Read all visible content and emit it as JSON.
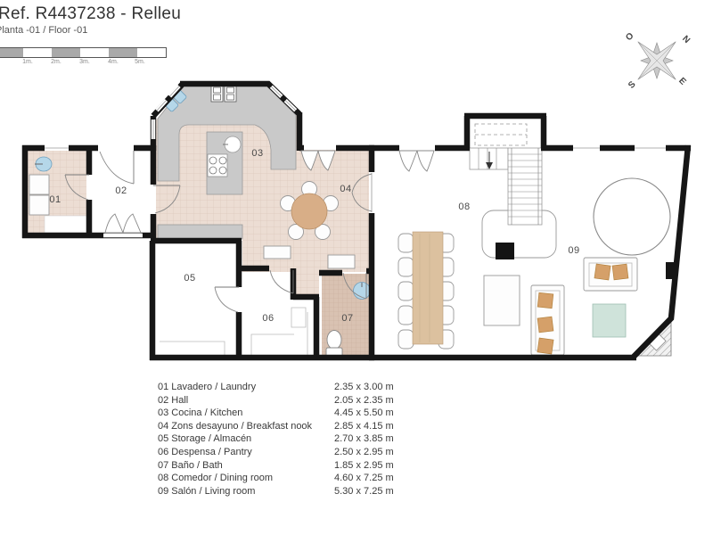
{
  "header": {
    "reference": "Ref. R4437238 - Relleu",
    "floor_label": "Planta -01 / Floor -01"
  },
  "scale_bar": {
    "unit_labels": [
      "1m.",
      "2m.",
      "3m.",
      "4m.",
      "5m."
    ]
  },
  "compass": {
    "west": "O",
    "north": "N",
    "south": "S",
    "east": "E"
  },
  "plan": {
    "room_numbers": [
      "01",
      "02",
      "03",
      "04",
      "05",
      "06",
      "07",
      "08",
      "09"
    ]
  },
  "legend": {
    "rows": [
      {
        "name": "01 Lavadero / Laundry",
        "size": "2.35 x 3.00 m"
      },
      {
        "name": "02 Hall",
        "size": "2.05 x 2.35 m"
      },
      {
        "name": "03 Cocina / Kitchen",
        "size": "4.45 x 5.50 m"
      },
      {
        "name": "04 Zons desayuno / Breakfast nook",
        "size": "2.85 x 4.15 m"
      },
      {
        "name": "05 Storage / Almacén",
        "size": "2.70 x 3.85 m"
      },
      {
        "name": "06 Despensa / Pantry",
        "size": "2.50 x 2.95 m"
      },
      {
        "name": "07 Baño / Bath",
        "size": "1.85 x 2.95 m"
      },
      {
        "name": "08 Comedor / Dining room",
        "size": "4.60 x 7.25 m"
      },
      {
        "name": "09 Salón / Living room",
        "size": "5.30 x 7.25 m"
      }
    ]
  },
  "colors": {
    "wall": "#161616",
    "tile_floor": "#ecddd3",
    "tile_line": "#dcc8bc",
    "bath_floor": "#d9c2b2",
    "bath_line": "#c9ae9c",
    "counter": "#c9c9c9",
    "wood": "#dcc19f",
    "nook_table": "#d8ae87",
    "sink_blue": "#b5d7e9",
    "cushion": "#d5a069",
    "coffee_table": "#cfe3da"
  }
}
